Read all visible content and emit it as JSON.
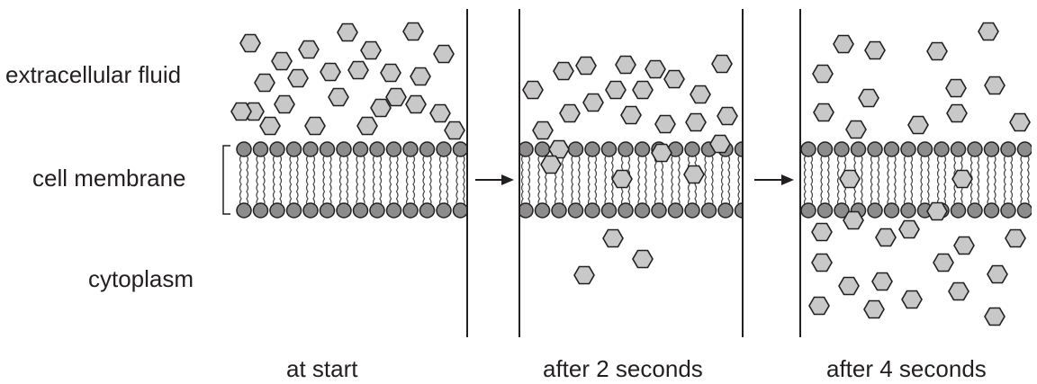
{
  "labels": {
    "extracellular": "extracellular fluid",
    "membrane": "cell membrane",
    "cytoplasm": "cytoplasm"
  },
  "panels": [
    {
      "caption": "at start"
    },
    {
      "caption": "after 2 seconds"
    },
    {
      "caption": "after 4 seconds"
    }
  ]
}
